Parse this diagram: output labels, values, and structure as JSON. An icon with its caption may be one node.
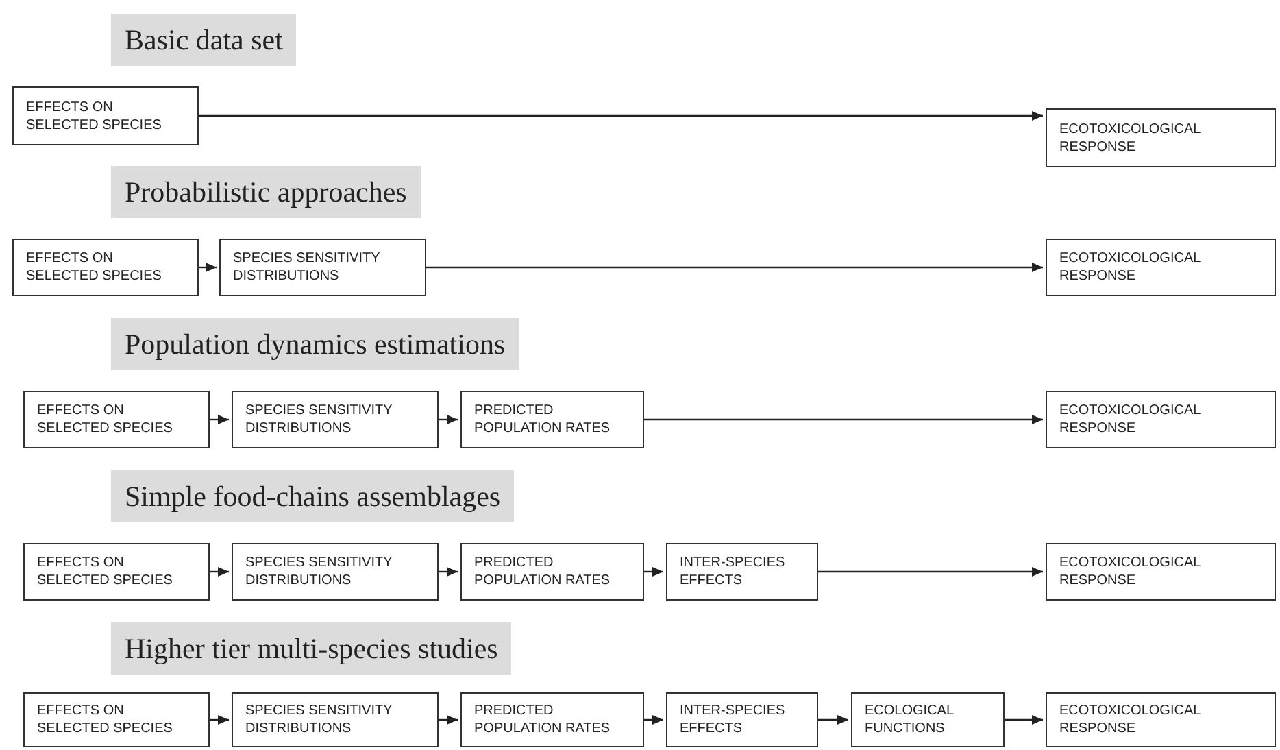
{
  "diagram": {
    "nodes": [
      {
        "text": [
          "EFFECTS ON SELECTED SPECIES"
        ]
      },
      {
        "text": [
          "ECOTOXICOLOGICAL RESPONSE"
        ]
      },
      {
        "text": [
          "EFFECTS ON SELECTED SPECIES"
        ]
      },
      {
        "text": [
          "SPECIES SENSITIVITY DISTRIBUTIONS"
        ]
      },
      {
        "text": [
          "ECOTOXICOLOGICAL RESPONSE"
        ]
      },
      {
        "text": [
          "EFFECTS ON SELECTED SPECIES"
        ]
      },
      {
        "text": [
          "SPECIES SENSITIVITY DISTRIBUTIONS"
        ]
      },
      {
        "text": [
          "PREDICTED POPULATION RATES"
        ]
      },
      {
        "text": [
          "ECOTOXICOLOGICAL RESPONSE"
        ]
      },
      {
        "text": [
          "EFFECTS ON SELECTED SPECIES"
        ]
      },
      {
        "text": [
          "SPECIES SENSITIVITY DISTRIBUTIONS"
        ]
      },
      {
        "text": [
          "PREDICTED POPULATION RATES"
        ]
      },
      {
        "text": [
          "INTER-SPECIES EFFECTS"
        ]
      },
      {
        "text": [
          "ECOTOXICOLOGICAL RESPONSE"
        ]
      },
      {
        "text": [
          "EFFECTS ON SELECTED SPECIES"
        ]
      },
      {
        "text": [
          "SPECIES SENSITIVITY DISTRIBUTIONS"
        ]
      },
      {
        "text": [
          "PREDICTED POPULATION RATES"
        ]
      },
      {
        "text": [
          "INTER-SPECIES EFFECTS"
        ]
      },
      {
        "text": [
          "ECOLOGICAL FUNCTIONS"
        ]
      },
      {
        "text": [
          "ECOTOXICOLOGICAL RESPONSE"
        ]
      }
    ],
    "edges": [
      {
        "from": 0,
        "to": 1,
        "arrow": "to"
      },
      {
        "from": 2,
        "to": 3,
        "arrow": "to"
      },
      {
        "from": 3,
        "to": 4,
        "arrow": "to"
      },
      {
        "from": 5,
        "to": 6,
        "arrow": "to"
      },
      {
        "from": 6,
        "to": 7,
        "arrow": "to"
      },
      {
        "from": 7,
        "to": 8,
        "arrow": "to"
      },
      {
        "from": 9,
        "to": 10,
        "arrow": "to"
      },
      {
        "from": 10,
        "to": 11,
        "arrow": "to"
      },
      {
        "from": 11,
        "to": 12,
        "arrow": "to"
      },
      {
        "from": 12,
        "to": 13,
        "arrow": "to"
      },
      {
        "from": 14,
        "to": 15,
        "arrow": "to"
      },
      {
        "from": 15,
        "to": 16,
        "arrow": "to"
      },
      {
        "from": 16,
        "to": 17,
        "arrow": "to"
      },
      {
        "from": 17,
        "to": 18,
        "arrow": "to"
      },
      {
        "from": 18,
        "to": 19,
        "arrow": "to"
      }
    ],
    "labels": [
      "Basic data set",
      "Probabilistic approaches",
      "Population dynamics estimations",
      "Simple food-chains assemblages",
      "Higher tier multi-species studies"
    ]
  }
}
